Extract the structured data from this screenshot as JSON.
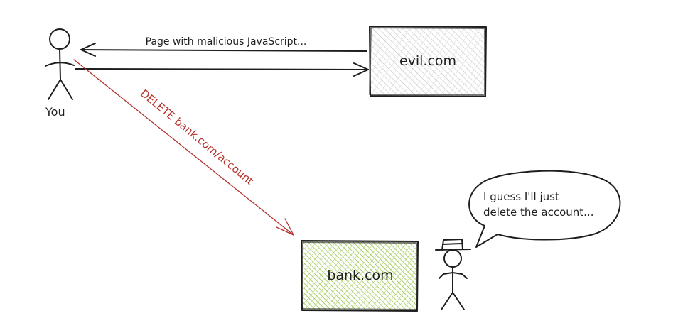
{
  "actors": {
    "you_label": "You"
  },
  "boxes": {
    "evil_label": "evil.com",
    "bank_label": "bank.com"
  },
  "arrows": {
    "response_label": "Page with malicious JavaScript...",
    "request_label": "DELETE bank.com/account"
  },
  "bubble": {
    "line1": "I guess I'll just",
    "line2": "delete the account..."
  },
  "colors": {
    "ink": "#1e1e1e",
    "evil_hatch": "#c4c4c4",
    "bank_hatch": "#8fbf3c",
    "request_arrow": "#b5322c"
  }
}
